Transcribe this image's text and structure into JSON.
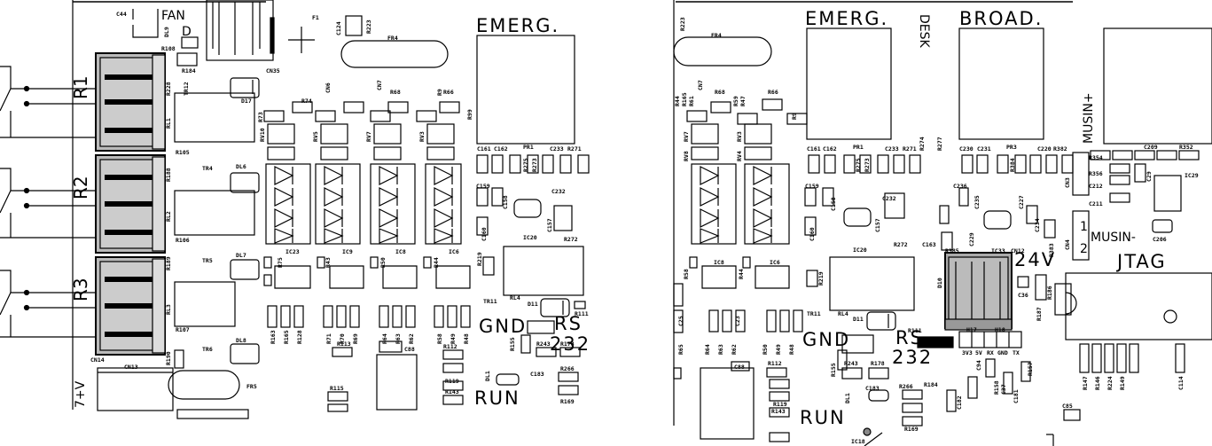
{
  "left_panel": {
    "labels": {
      "fan": "FAN",
      "fan_d": "D",
      "emerg": "EMERG.",
      "gnd": "GND",
      "rs": "RS",
      "rs_num": "232",
      "run": "RUN",
      "supply": "7+V",
      "r1": "R1",
      "r2": "R2",
      "r3": "R3"
    },
    "refs": {
      "c44": "C44",
      "f1": "F1",
      "c124": "C124",
      "r223": "R223",
      "fr4": "FR4",
      "dl9": "DL9",
      "r108": "R108",
      "r184": "R184",
      "cn35": "CN35",
      "cn6": "CN6",
      "cn7": "CN7",
      "r228": "R228",
      "tr12": "TR12",
      "d17": "D17",
      "rl1": "RL1",
      "r74": "R74",
      "r68": "R68",
      "r66": "R66",
      "r73": "R73",
      "r99": "R99",
      "rv10": "RV10",
      "rv5": "RV5",
      "rv7": "RV7",
      "rv3": "RV3",
      "r9": "R9",
      "r105": "R105",
      "tr4": "TR4",
      "dl6": "DL6",
      "rl2": "RL2",
      "r188": "R188",
      "r106": "R106",
      "tr5": "TR5",
      "dl7": "DL7",
      "rl3": "RL3",
      "r189": "R189",
      "r107": "R107",
      "tr6": "TR6",
      "dl8": "DL8",
      "r190": "R190",
      "cn14": "CN14",
      "cn13": "CN13",
      "fr5": "FR5",
      "ic23": "IC23",
      "ic9": "IC9",
      "ic8": "IC8",
      "ic6": "IC6",
      "ic20": "IC20",
      "c161": "C161",
      "c162": "C162",
      "pr1": "PR1",
      "c233": "C233",
      "r271": "R271",
      "r275": "R275",
      "r273": "R273",
      "c159": "C159",
      "c158": "C158",
      "c232": "C232",
      "c157": "C157",
      "c160": "C160",
      "r272": "R272",
      "r219": "R219",
      "tr11": "TR11",
      "rl4": "RL4",
      "d11": "D11",
      "r111": "R111",
      "r155": "R155",
      "r243": "R243",
      "r178": "R178",
      "r113": "R113",
      "c88": "C88",
      "r112": "R112",
      "dl1": "DL1",
      "c183": "C183",
      "r266": "R266",
      "r119": "R119",
      "r115": "R115",
      "r143": "R143",
      "r169": "R169",
      "r163": "R163",
      "r165": "R165",
      "r128": "R128",
      "r71": "R71",
      "r70": "R70",
      "r69": "R69",
      "r64": "R64",
      "r63": "R63",
      "r62": "R62",
      "r58": "R58",
      "r49": "R49",
      "r48": "R48",
      "r75": "R75",
      "r43": "R43",
      "r50": "R50",
      "r44": "R44"
    }
  },
  "right_panel": {
    "labels": {
      "emerg": "EMERG.",
      "desk": "DESK",
      "broad": "BROAD.",
      "musin_plus": "MUSIN+",
      "musin_minus": "MUSIN-",
      "jtag": "JTAG",
      "v24": "24V",
      "gnd": "GND",
      "rs": "RS",
      "rs_num": "232",
      "run": "RUN",
      "pin1": "1",
      "pin2": "2"
    },
    "refs": {
      "r223": "R223",
      "fr4": "FR4",
      "cn7": "CN7",
      "r68": "R68",
      "r66": "R66",
      "r44": "R44",
      "r165": "R165",
      "r61": "R61",
      "r59": "R59",
      "r47": "R47",
      "rv7": "RV7",
      "rv3": "RV3",
      "r9": "R9",
      "rv8": "RV8",
      "rv4": "RV4",
      "c161": "C161",
      "c162": "C162",
      "pr1": "PR1",
      "r275": "R275",
      "r273": "R273",
      "c233": "C233",
      "r271": "R271",
      "r274": "R274",
      "r277": "R277",
      "c230": "C230",
      "c231": "C231",
      "pr3": "PR3",
      "r384": "R384",
      "c220": "C220",
      "r382": "R382",
      "c209": "C209",
      "r352": "R352",
      "r354": "R354",
      "r356": "R356",
      "c212": "C212",
      "c211": "C211",
      "c29": "C29",
      "ic29": "IC29",
      "c206": "C206",
      "cn3": "CN3",
      "cn4": "CN4",
      "c159": "C159",
      "c158": "C158",
      "c232": "C232",
      "c236": "C236",
      "c235": "C235",
      "c227": "C227",
      "c228": "C228",
      "c229": "C229",
      "c234": "C234",
      "r383": "R383",
      "c160": "C160",
      "c157": "C157",
      "r272": "R272",
      "c163": "C163",
      "ic20": "IC20",
      "ic8": "IC8",
      "ic6": "IC6",
      "r385": "R385",
      "ic33": "IC33",
      "cn12": "CN12",
      "d10": "D10",
      "c36": "C36",
      "r186": "R186",
      "r187": "R187",
      "r219": "R219",
      "tr11": "TR11",
      "rl4": "RL4",
      "d11": "D11",
      "r111": "R111",
      "h17": "H17",
      "h18": "H18",
      "r155": "R155",
      "r243": "R243",
      "r178": "R178",
      "r112": "R112",
      "c88": "C88",
      "r119": "R119",
      "r143": "R143",
      "dl1": "DL1",
      "c183": "C183",
      "r266": "R266",
      "r184": "R184",
      "r169": "R169",
      "c182": "C182",
      "c94": "C94",
      "r158": "R158",
      "c37": "C37",
      "c181": "C181",
      "r157": "R157",
      "ic18": "IC18",
      "c85": "C85",
      "r147": "R147",
      "r146": "R146",
      "r224": "R224",
      "r149": "R149",
      "c114": "C114",
      "c25": "C25",
      "c23": "C23",
      "r58": "R58",
      "r50": "R50",
      "r49": "R49",
      "r48": "R48",
      "r64": "R64",
      "r63": "R63",
      "r62": "R62",
      "r65": "R65",
      "r9b": "R9",
      "pin3v3": "3V3",
      "pin5v": "5V",
      "pinrx": "RX",
      "pingnd": "GND",
      "pintx": "TX"
    }
  }
}
